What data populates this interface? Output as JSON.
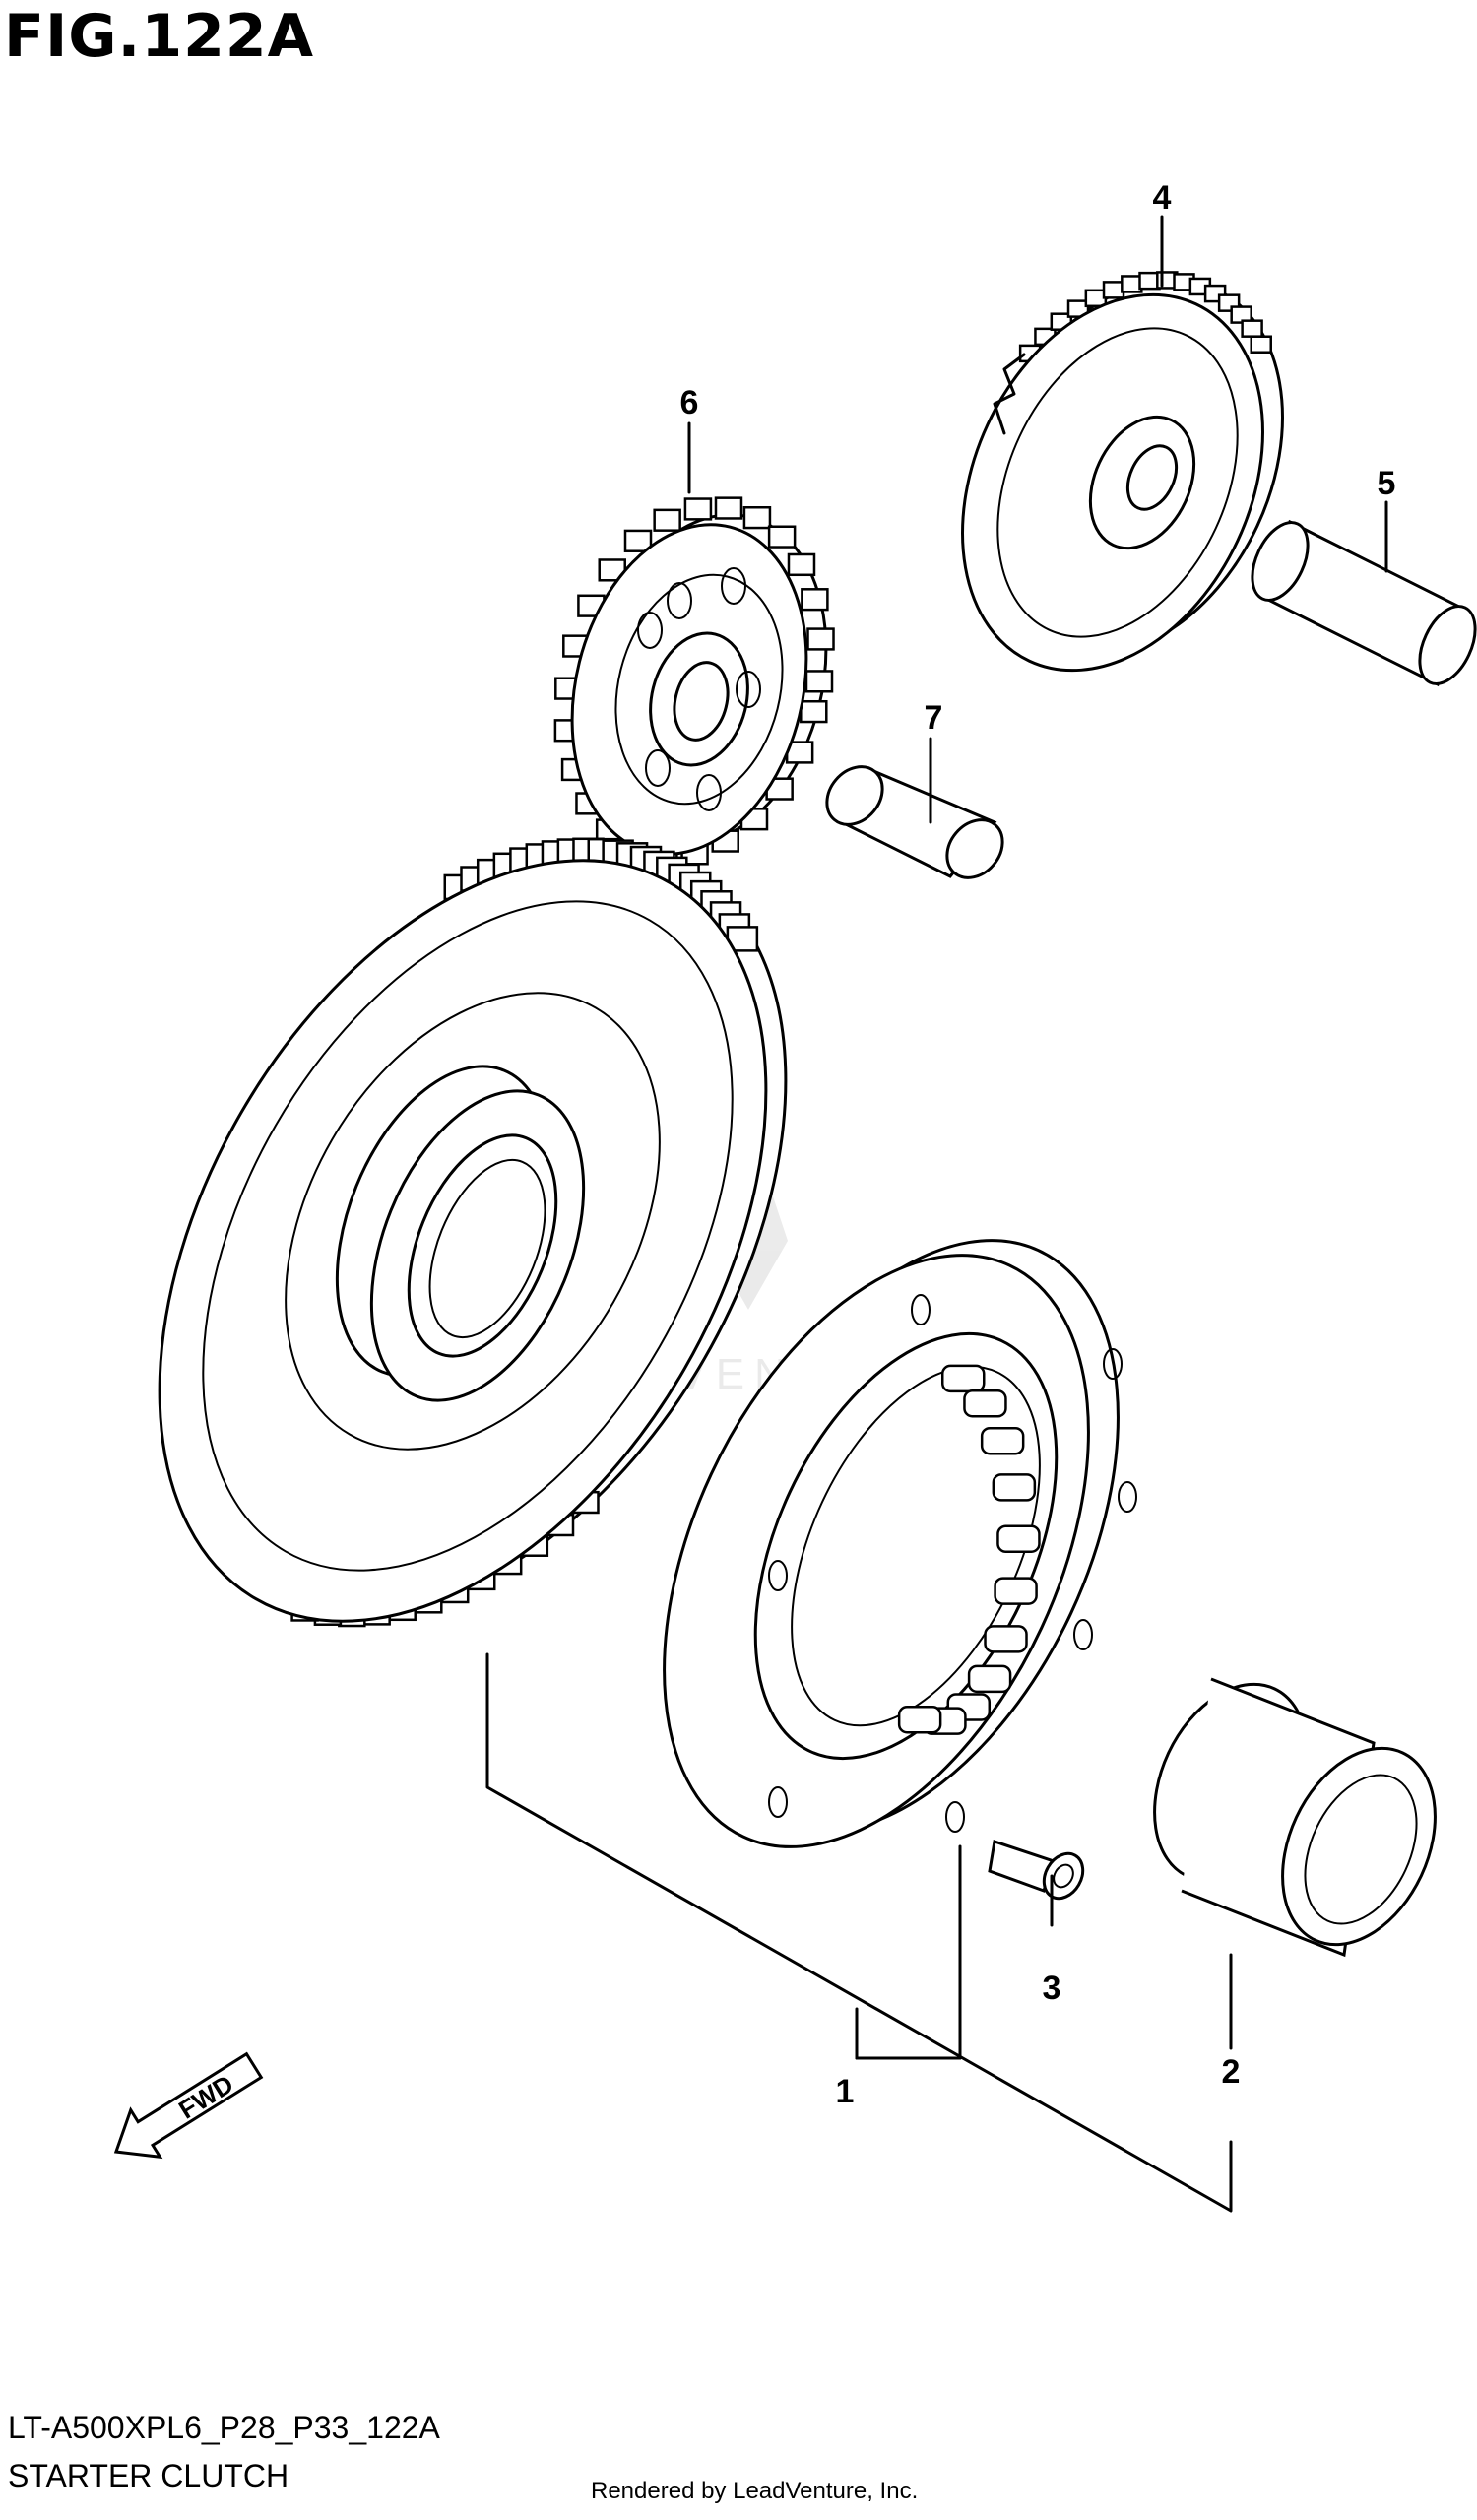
{
  "figure": {
    "title": "FIG.122A",
    "code": "LT-A500XPL6_P28_P33_122A",
    "name": "STARTER CLUTCH",
    "rendered_by": "Rendered by LeadVenture, Inc.",
    "watermark": "LEADVENTURE"
  },
  "callouts": [
    "1",
    "2",
    "3",
    "4",
    "5",
    "6",
    "7"
  ],
  "fwd_label": "FWD"
}
